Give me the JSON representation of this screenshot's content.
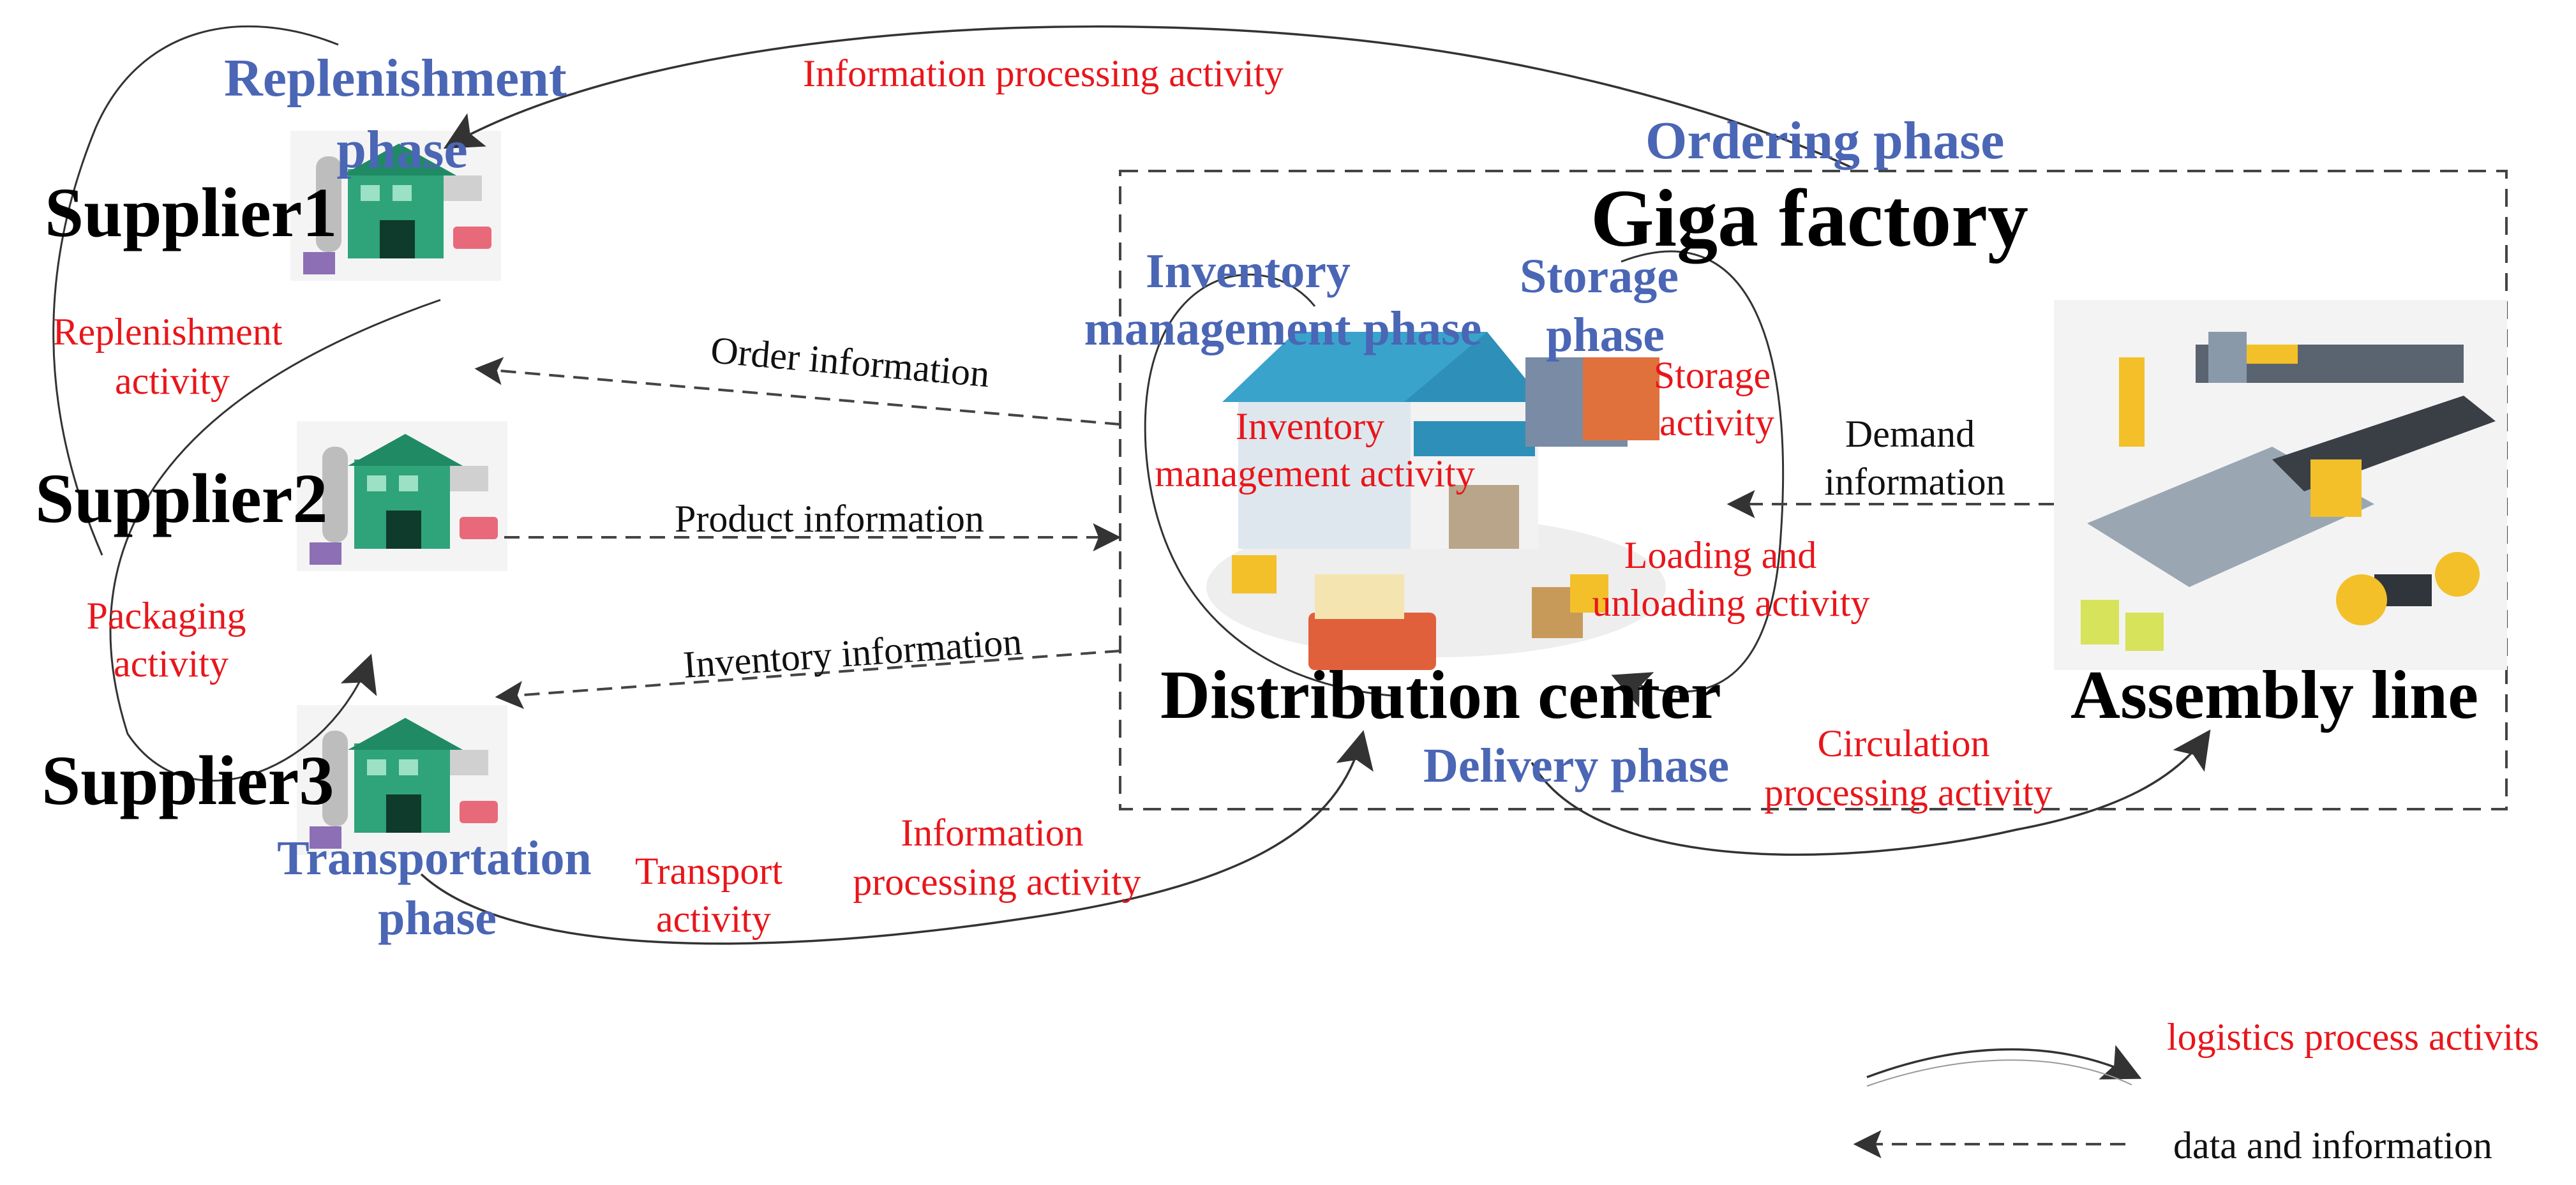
{
  "colors": {
    "phase": "#4a66b5",
    "activity": "#e8161b",
    "text": "#111111",
    "line": "#333333",
    "factory_green": "#2fa37a",
    "warehouse_blue": "#3aa3cc"
  },
  "nodes": {
    "supplier1": "Supplier1",
    "supplier2": "Supplier2",
    "supplier3": "Supplier3",
    "giga_factory": "Giga factory",
    "distribution_center": "Distribution center",
    "assembly_line": "Assembly line"
  },
  "phases": {
    "replenishment": [
      "Replenishment",
      "phase"
    ],
    "ordering": "Ordering phase",
    "inventory_management": [
      "Inventory",
      "management phase"
    ],
    "storage": [
      "Storage",
      "phase"
    ],
    "delivery": "Delivery phase",
    "transportation": [
      "Transportation",
      "phase"
    ]
  },
  "activities": {
    "information_processing_top": "Information processing activity",
    "replenishment": [
      "Replenishment",
      "activity"
    ],
    "packaging": [
      "Packaging",
      "activity"
    ],
    "inventory_management": [
      "Inventory",
      "management activity"
    ],
    "storage": [
      "Storage",
      "activity"
    ],
    "loading_unloading": [
      "Loading and",
      "unloading activity"
    ],
    "circulation_processing": [
      "Circulation",
      "processing activity"
    ],
    "transport": [
      "Transport",
      "activity"
    ],
    "information_processing_bottom": [
      "Information",
      "processing activity"
    ]
  },
  "information_flows": {
    "order": "Order information",
    "product": "Product information",
    "inventory": "Inventory information",
    "demand": [
      "Demand",
      "information"
    ]
  },
  "legend": {
    "process": "logistics process activits",
    "data": "data and information"
  },
  "icons": {
    "supplier": "factory-icon",
    "distribution_center": "warehouse-icon",
    "assembly_line": "assembly-line-icon"
  }
}
